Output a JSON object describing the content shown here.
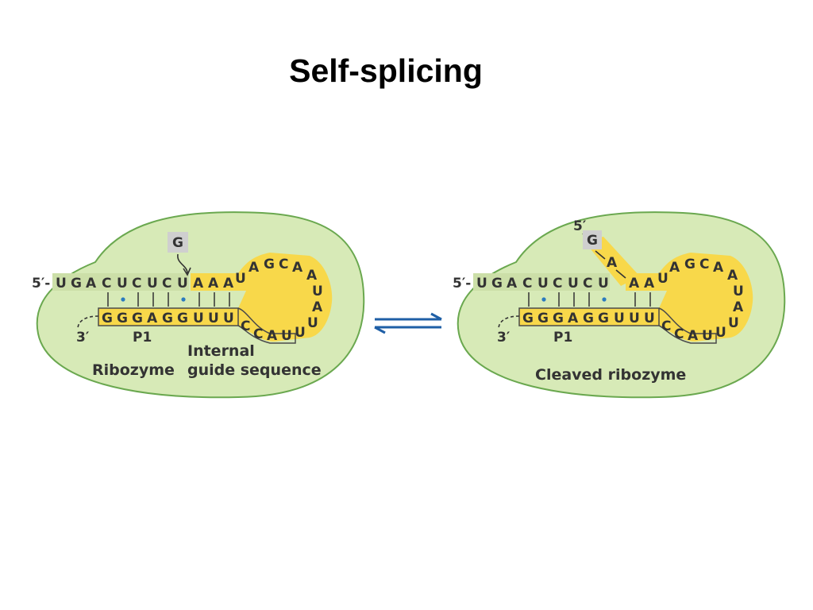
{
  "title": "Self-splicing",
  "colors": {
    "cell": "#d7eab7",
    "cell_border": "#6aa84f",
    "igs": "#f8d84a",
    "igs_border": "#4a4a4a",
    "ribozyme_label_bg": "#ccdfa8",
    "g_box": "#cfcfcf",
    "wobble_dot": "#2b7bbf",
    "arrow": "#1f5fa6"
  },
  "left": {
    "prime5": "5′-",
    "substrate": [
      "U",
      "G",
      "A",
      "C",
      "U",
      "C",
      "U",
      "C",
      "U",
      "A",
      "A",
      "A"
    ],
    "loop_top": [
      "U",
      "A",
      "G",
      "C",
      "A"
    ],
    "loop_right": [
      "A",
      "U",
      "A",
      "U",
      "U"
    ],
    "loop_bottom": [
      "U",
      "A",
      "C",
      "C"
    ],
    "paired_bottom": [
      "G",
      "G",
      "G",
      "A",
      "G",
      "G",
      "U",
      "U",
      "U"
    ],
    "g_label": "G",
    "prime3": "3′",
    "p1_label": "P1",
    "ribozyme_label": "Ribozyme",
    "igs_label_1": "Internal",
    "igs_label_2": "guide sequence"
  },
  "right": {
    "prime5_top": "5′",
    "g_label": "G",
    "a_label": "A",
    "prime5": "5′-",
    "substrate": [
      "U",
      "G",
      "A",
      "C",
      "U",
      "C",
      "U",
      "C",
      "U"
    ],
    "igs_top": [
      "A",
      "A",
      "U"
    ],
    "loop_top": [
      "A",
      "G",
      "C",
      "A"
    ],
    "loop_right": [
      "A",
      "U",
      "A",
      "U",
      "U"
    ],
    "loop_bottom": [
      "U",
      "A",
      "C",
      "C"
    ],
    "paired_bottom": [
      "G",
      "G",
      "G",
      "A",
      "G",
      "G",
      "U",
      "U",
      "U"
    ],
    "prime3": "3′",
    "p1_label": "P1",
    "cleaved_label": "Cleaved ribozyme"
  },
  "equilibrium_arrow": "equilibrium-arrows-icon"
}
